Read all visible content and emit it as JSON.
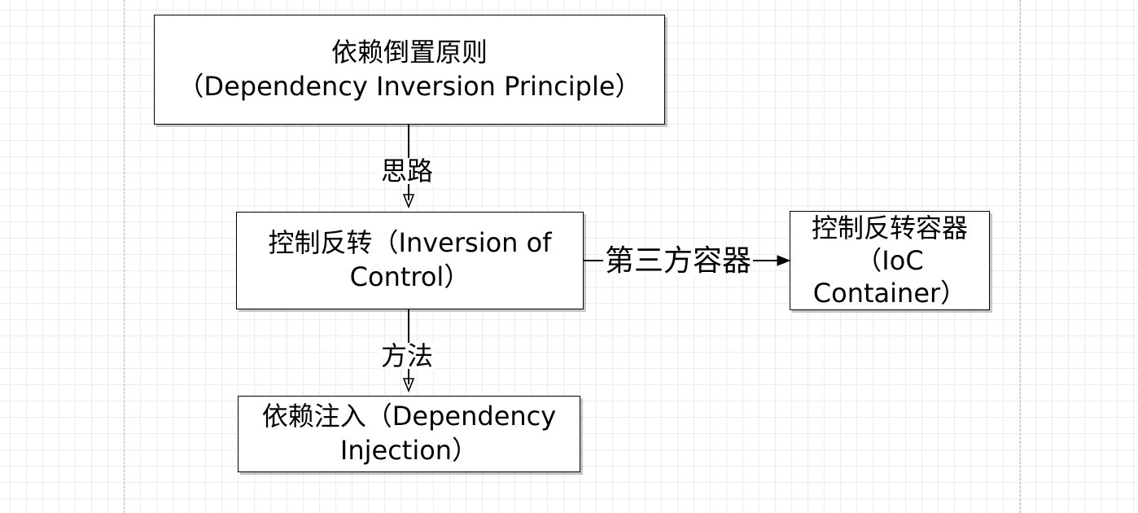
{
  "nodes": {
    "dip": {
      "line1": "依赖倒置原则",
      "line2": "（Dependency Inversion Principle）"
    },
    "ioc": {
      "line1": "控制反转（Inversion of",
      "line2": "Control）"
    },
    "di": {
      "line1": "依赖注入（Dependency",
      "line2": "Injection）"
    },
    "container": {
      "line1": "控制反转容器",
      "line2": "（IoC",
      "line3": "Container）"
    }
  },
  "edges": {
    "dip_to_ioc": {
      "label": "思路"
    },
    "ioc_to_di": {
      "label": "方法"
    },
    "ioc_to_container": {
      "label": "第三方容器"
    }
  }
}
